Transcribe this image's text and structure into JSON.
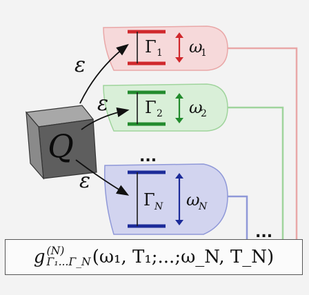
{
  "diagram": {
    "source_label": "Q",
    "coupling_label": "ε",
    "ellipsis": "...",
    "branches": [
      {
        "id": "1",
        "gamma_label": "Γ",
        "gamma_index": "1",
        "omega_label": "ω",
        "omega_index": "1",
        "color": "#d0282c",
        "fill": "#f6d9da",
        "line_color": "#e9a7a7"
      },
      {
        "id": "2",
        "gamma_label": "Γ",
        "gamma_index": "2",
        "omega_label": "ω",
        "omega_index": "2",
        "color": "#238b2e",
        "fill": "#d9efd8",
        "line_color": "#9fd49c"
      },
      {
        "id": "N",
        "gamma_label": "Γ",
        "gamma_index": "N",
        "omega_label": "ω",
        "omega_index": "N",
        "color": "#1c2b99",
        "fill": "#d2d4ef",
        "line_color": "#8f98d8"
      }
    ],
    "formula": {
      "g": "g",
      "superscript": "(N)",
      "subscript": "Γ₁...Γ_N",
      "args": "(ω₁, T₁;...;ω_N, T_N)"
    }
  }
}
